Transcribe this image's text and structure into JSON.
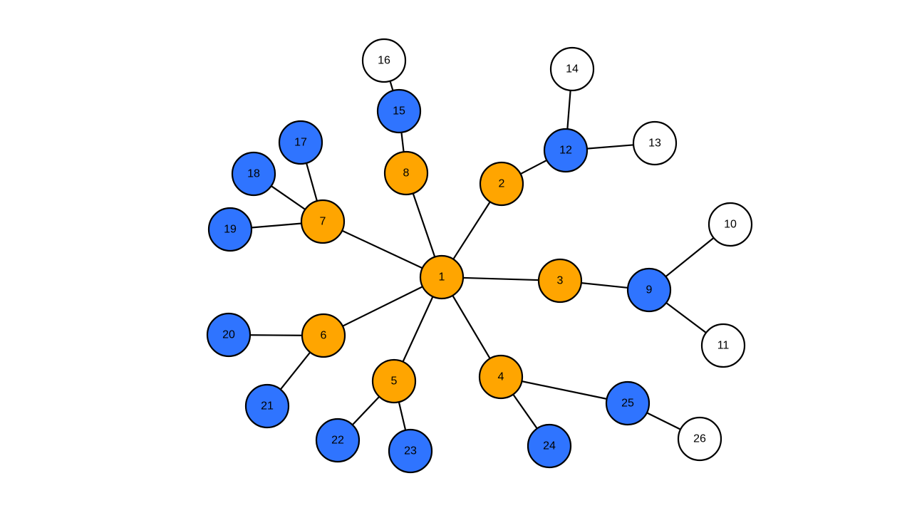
{
  "colors": {
    "orange": "#FFA500",
    "blue": "#2F74FF",
    "white": "#FFFFFF",
    "stroke": "#000000"
  },
  "graph": {
    "type": "tree",
    "root": "1",
    "nodes": [
      {
        "id": "1",
        "label": "1",
        "color": "orange"
      },
      {
        "id": "2",
        "label": "2",
        "color": "orange"
      },
      {
        "id": "3",
        "label": "3",
        "color": "orange"
      },
      {
        "id": "4",
        "label": "4",
        "color": "orange"
      },
      {
        "id": "5",
        "label": "5",
        "color": "orange"
      },
      {
        "id": "6",
        "label": "6",
        "color": "orange"
      },
      {
        "id": "7",
        "label": "7",
        "color": "orange"
      },
      {
        "id": "8",
        "label": "8",
        "color": "orange"
      },
      {
        "id": "9",
        "label": "9",
        "color": "blue"
      },
      {
        "id": "10",
        "label": "10",
        "color": "white"
      },
      {
        "id": "11",
        "label": "11",
        "color": "white"
      },
      {
        "id": "12",
        "label": "12",
        "color": "blue"
      },
      {
        "id": "13",
        "label": "13",
        "color": "white"
      },
      {
        "id": "14",
        "label": "14",
        "color": "white"
      },
      {
        "id": "15",
        "label": "15",
        "color": "blue"
      },
      {
        "id": "16",
        "label": "16",
        "color": "white"
      },
      {
        "id": "17",
        "label": "17",
        "color": "blue"
      },
      {
        "id": "18",
        "label": "18",
        "color": "blue"
      },
      {
        "id": "19",
        "label": "19",
        "color": "blue"
      },
      {
        "id": "20",
        "label": "20",
        "color": "blue"
      },
      {
        "id": "21",
        "label": "21",
        "color": "blue"
      },
      {
        "id": "22",
        "label": "22",
        "color": "blue"
      },
      {
        "id": "23",
        "label": "23",
        "color": "blue"
      },
      {
        "id": "24",
        "label": "24",
        "color": "blue"
      },
      {
        "id": "25",
        "label": "25",
        "color": "blue"
      },
      {
        "id": "26",
        "label": "26",
        "color": "white"
      }
    ],
    "edges": [
      [
        "1",
        "2"
      ],
      [
        "1",
        "3"
      ],
      [
        "1",
        "4"
      ],
      [
        "1",
        "5"
      ],
      [
        "1",
        "6"
      ],
      [
        "1",
        "7"
      ],
      [
        "1",
        "8"
      ],
      [
        "3",
        "9"
      ],
      [
        "9",
        "10"
      ],
      [
        "9",
        "11"
      ],
      [
        "2",
        "12"
      ],
      [
        "12",
        "13"
      ],
      [
        "12",
        "14"
      ],
      [
        "8",
        "15"
      ],
      [
        "15",
        "16"
      ],
      [
        "7",
        "17"
      ],
      [
        "7",
        "18"
      ],
      [
        "7",
        "19"
      ],
      [
        "6",
        "20"
      ],
      [
        "6",
        "21"
      ],
      [
        "5",
        "22"
      ],
      [
        "5",
        "23"
      ],
      [
        "4",
        "24"
      ],
      [
        "4",
        "25"
      ],
      [
        "25",
        "26"
      ]
    ]
  }
}
